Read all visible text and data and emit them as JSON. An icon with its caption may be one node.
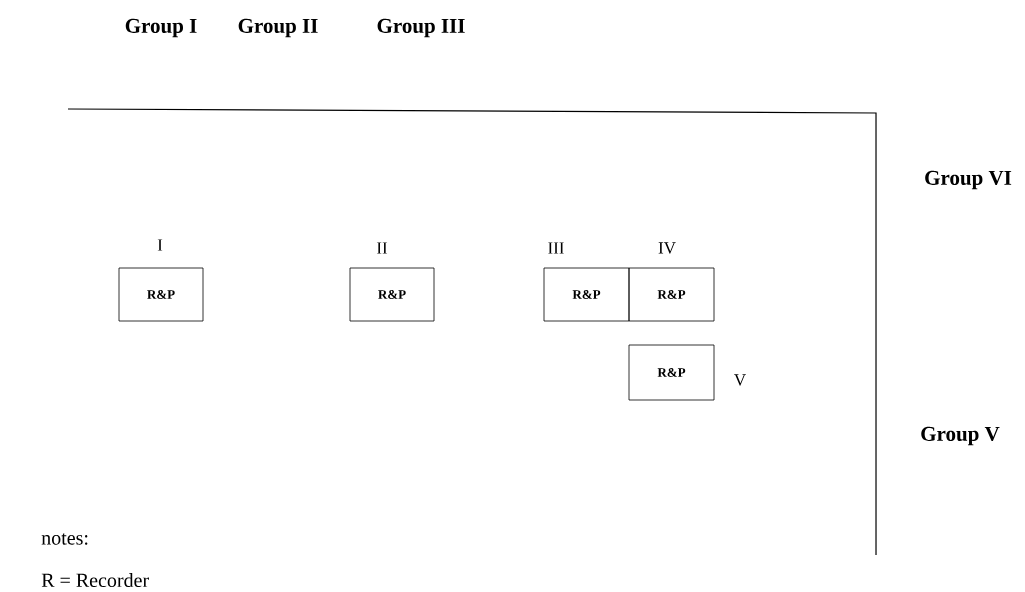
{
  "diagram": {
    "nodes": [
      {
        "text": [
          "R&P"
        ],
        "beside": [
          "I"
        ]
      },
      {
        "text": [
          "R&P"
        ],
        "beside": [
          "II"
        ]
      },
      {
        "text": [
          "R&P"
        ],
        "beside": [
          "III"
        ]
      },
      {
        "text": [
          "R&P"
        ],
        "beside": [
          "IV"
        ]
      },
      {
        "text": [
          "R&P"
        ],
        "beside": [
          "V"
        ]
      }
    ],
    "labels": [
      "Group I",
      "Group II",
      "Group III",
      "Group VI",
      "Group V",
      "notes:",
      "R = Recorder"
    ]
  }
}
